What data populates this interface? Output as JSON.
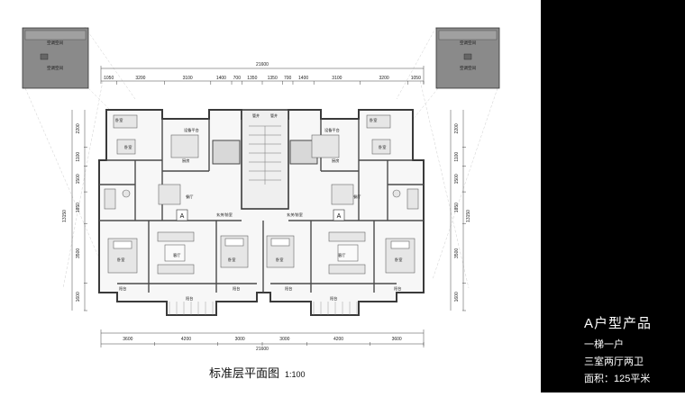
{
  "plan": {
    "overall_width_label": "21600",
    "top_dims": [
      "1050",
      "3200",
      "3100",
      "1400",
      "700",
      "1350",
      "1350",
      "700",
      "1400",
      "3100",
      "3200",
      "1050"
    ],
    "bottom_dims": [
      "3600",
      "4200",
      "3000",
      "3000",
      "4200",
      "3600"
    ],
    "left_dims": [
      "2200",
      "1100",
      "1500",
      "1850",
      "3500",
      "1600"
    ],
    "right_dims": [
      "2200",
      "1100",
      "1500",
      "1850",
      "3500",
      "1600"
    ],
    "overall_height_label": "13150",
    "rooms": {
      "bedroom": "卧室",
      "dining": "餐厅",
      "living": "客厅",
      "kitchen": "厨房",
      "balcony": "阳台",
      "equipment_platform": "设备平台",
      "entrance_hall": "玄关/前室",
      "shaft": "管井",
      "unit_mark": "A"
    },
    "inset_labels": [
      "空调空间",
      "空调空间"
    ],
    "caption": "标准层平面图",
    "caption_scale": "1:100"
  },
  "panel": {
    "title": "A户型产品",
    "line1": "一梯一户",
    "line2": "三室两厅两卫",
    "line3": "面积：125平米"
  },
  "colors": {
    "panel_bg": "#000000",
    "wall": "#5a5a5a",
    "inset_fill": "#8a8a8a",
    "floor_light": "#f4f4f4"
  }
}
